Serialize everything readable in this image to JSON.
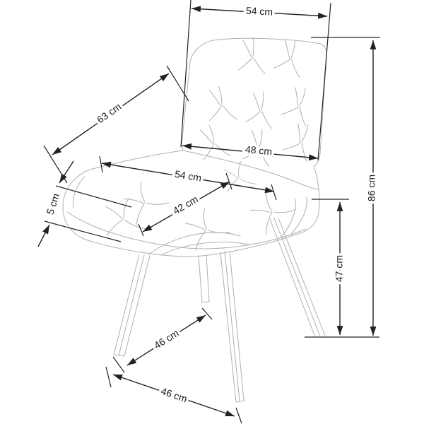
{
  "diagram": {
    "unit": "cm",
    "colors": {
      "background": "#ffffff",
      "dimension_lines": "#222222",
      "chair_outline": "#b0b0b0"
    },
    "dimensions": {
      "backrest_top_width": "54 cm",
      "backrest_diagonal_height": "63 cm",
      "backrest_bottom_width": "48 cm",
      "seat_width": "54 cm",
      "seat_depth": "42 cm",
      "cushion_thickness": "5 cm",
      "overall_height": "86 cm",
      "seat_height": "47 cm",
      "leg_span_side": "46 cm",
      "leg_span_front": "46 cm"
    }
  }
}
